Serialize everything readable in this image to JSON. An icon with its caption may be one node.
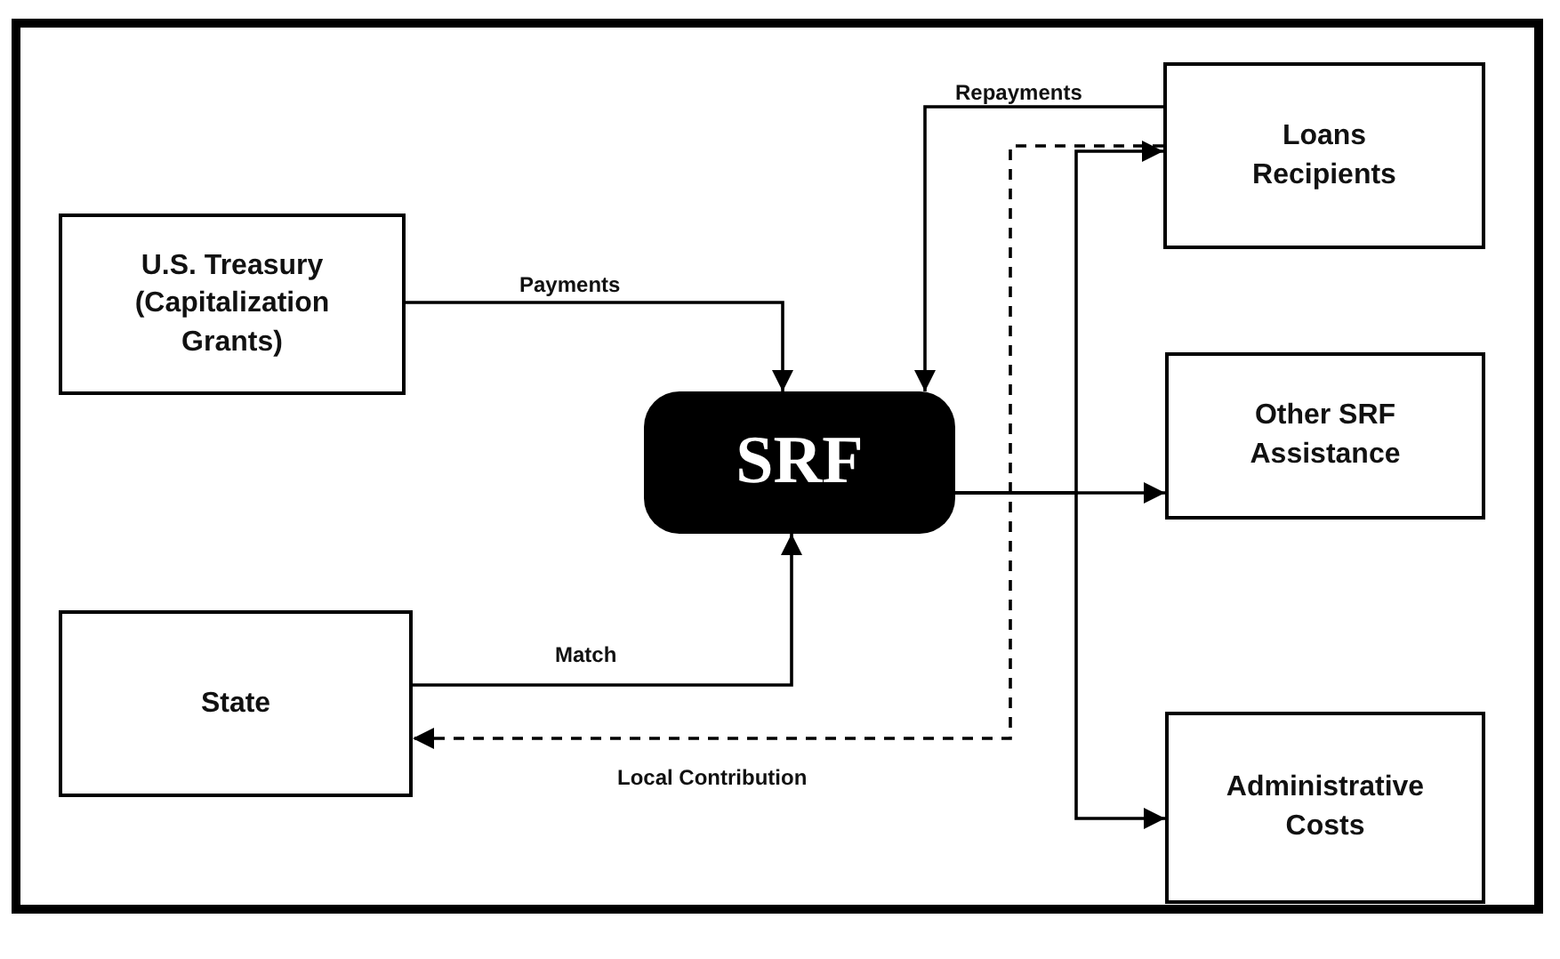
{
  "diagram": {
    "nodes": [
      {
        "text": [
          "U.S. Treasury (Capitalization Grants)"
        ]
      },
      {
        "text": [
          "State"
        ]
      },
      {
        "text": [
          "SRF"
        ]
      },
      {
        "text": [
          "Loans Recipients"
        ]
      },
      {
        "text": [
          "Other SRF Assistance"
        ]
      },
      {
        "text": [
          "Administrative Costs"
        ]
      }
    ],
    "edges": [
      {
        "from": 0,
        "to": 2,
        "arrow": "to",
        "label": "Payments"
      },
      {
        "from": 3,
        "to": 2,
        "arrow": "to",
        "label": "Repayments"
      },
      {
        "from": 1,
        "to": 2,
        "arrow": "to",
        "label": "Match"
      },
      {
        "from": 2,
        "to": 3,
        "arrow": "to"
      },
      {
        "from": 2,
        "to": 4,
        "arrow": "to"
      },
      {
        "from": 2,
        "to": 5,
        "arrow": "to"
      },
      {
        "from": 3,
        "to": 1,
        "arrow": "to",
        "label": "Local Contribution",
        "style": "dashed"
      }
    ]
  }
}
